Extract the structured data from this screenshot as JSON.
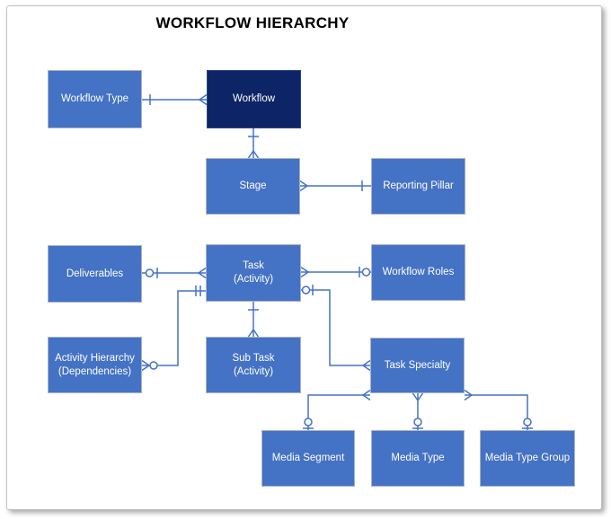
{
  "title": "WORKFLOW HIERARCHY",
  "colors": {
    "entity_fill": "#4472C4",
    "entity_fill_dark": "#0D2566",
    "entity_border": "#AAB4C4",
    "connector": "#4472C4",
    "entity_text": "#FFFFFF",
    "title_text": "#000000"
  },
  "entities": {
    "workflow_type": {
      "label": "Workflow Type"
    },
    "workflow": {
      "label": "Workflow"
    },
    "stage": {
      "label": "Stage"
    },
    "reporting_pillar": {
      "label": "Reporting Pillar"
    },
    "deliverables": {
      "label": "Deliverables"
    },
    "task": {
      "label": "Task\n(Activity)"
    },
    "workflow_roles": {
      "label": "Workflow Roles"
    },
    "activity_hierarchy": {
      "label": "Activity Hierarchy\n(Dependencies)"
    },
    "sub_task": {
      "label": "Sub Task\n(Activity)"
    },
    "task_specialty": {
      "label": "Task Specialty"
    },
    "media_segment": {
      "label": "Media Segment"
    },
    "media_type": {
      "label": "Media Type"
    },
    "media_type_group": {
      "label": "Media Type Group"
    }
  },
  "relationships": [
    {
      "from": "workflow_type",
      "to": "workflow",
      "from_cardinality": "one",
      "to_cardinality": "many"
    },
    {
      "from": "workflow",
      "to": "stage",
      "from_cardinality": "one",
      "to_cardinality": "many"
    },
    {
      "from": "stage",
      "to": "reporting_pillar",
      "from_cardinality": "many",
      "to_cardinality": "one"
    },
    {
      "from": "deliverables",
      "to": "task",
      "from_cardinality": "zero-or-one",
      "to_cardinality": "many"
    },
    {
      "from": "task",
      "to": "workflow_roles",
      "from_cardinality": "many",
      "to_cardinality": "zero-or-one"
    },
    {
      "from": "task",
      "to": "sub_task",
      "from_cardinality": "one",
      "to_cardinality": "many"
    },
    {
      "from": "task",
      "to": "activity_hierarchy",
      "from_cardinality": "one-and-only-one",
      "to_cardinality": "zero-or-many"
    },
    {
      "from": "task",
      "to": "task_specialty",
      "from_cardinality": "zero-or-one",
      "to_cardinality": "many"
    },
    {
      "from": "task_specialty",
      "to": "media_segment",
      "from_cardinality": "many",
      "to_cardinality": "zero-or-one"
    },
    {
      "from": "task_specialty",
      "to": "media_type",
      "from_cardinality": "many",
      "to_cardinality": "zero-or-one"
    },
    {
      "from": "task_specialty",
      "to": "media_type_group",
      "from_cardinality": "many",
      "to_cardinality": "zero-or-one"
    }
  ]
}
